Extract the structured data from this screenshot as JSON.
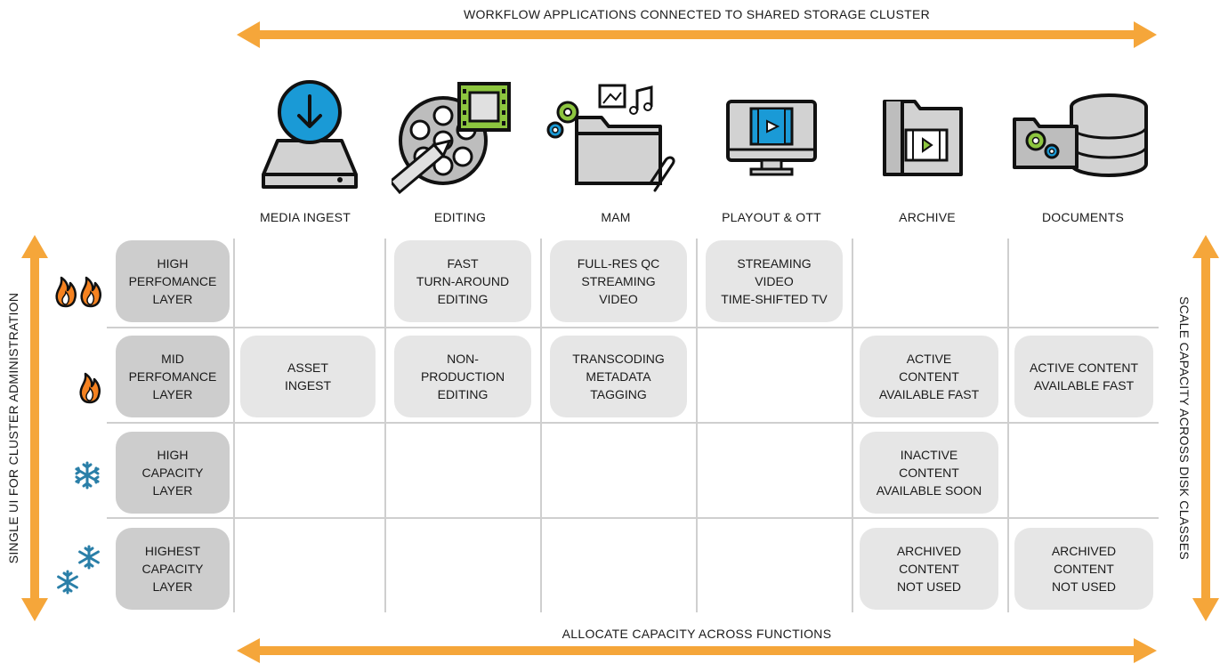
{
  "top_arrow_label": "WORKFLOW APPLICATIONS CONNECTED TO SHARED STORAGE CLUSTER",
  "bottom_arrow_label": "ALLOCATE CAPACITY ACROSS FUNCTIONS",
  "left_arrow_label": "SINGLE UI FOR CLUSTER ADMINISTRATION",
  "right_arrow_label": "SCALE CAPACITY ACROSS DISK CLASSES",
  "colors": {
    "arrow": "#f5a63a",
    "layer_box": "#cdcdcd",
    "cell_box": "#e6e6e6",
    "grid": "#cfcfcf",
    "accent_green": "#8dc63f",
    "accent_blue": "#1a9ad6",
    "flame": "#f58220",
    "snow": "#2a7fa8"
  },
  "columns": [
    {
      "label": "MEDIA INGEST",
      "icon": "media-ingest-drive-icon"
    },
    {
      "label": "EDITING",
      "icon": "film-reel-editing-icon"
    },
    {
      "label": "MAM",
      "icon": "asset-folder-icon"
    },
    {
      "label": "PLAYOUT & OTT",
      "icon": "monitor-video-icon"
    },
    {
      "label": "ARCHIVE",
      "icon": "archive-folder-icon"
    },
    {
      "label": "DOCUMENTS",
      "icon": "documents-database-icon"
    }
  ],
  "layers": [
    {
      "label": "HIGH\nPERFOMANCE\nLAYER",
      "icon": "double-flame-icon"
    },
    {
      "label": "MID\nPERFOMANCE\nLAYER",
      "icon": "flame-icon"
    },
    {
      "label": "HIGH\nCAPACITY\nLAYER",
      "icon": "snowflake-icon"
    },
    {
      "label": "HIGHEST\nCAPACITY\nLAYER",
      "icon": "double-snowflake-icon"
    }
  ],
  "cells": {
    "r0c1": "FAST\nTURN-AROUND\nEDITING",
    "r0c2": "FULL-RES QC\nSTREAMING\nVIDEO",
    "r0c3": "STREAMING\nVIDEO\nTIME-SHIFTED TV",
    "r1c0": "ASSET\nINGEST",
    "r1c1": "NON-\nPRODUCTION\nEDITING",
    "r1c2": "TRANSCODING\nMETADATA\nTAGGING",
    "r1c4": "ACTIVE\nCONTENT\nAVAILABLE FAST",
    "r1c5": "ACTIVE CONTENT\nAVAILABLE FAST",
    "r2c4": "INACTIVE\nCONTENT\nAVAILABLE SOON",
    "r3c4": "ARCHIVED\nCONTENT\nNOT USED",
    "r3c5": "ARCHIVED\nCONTENT\nNOT USED"
  }
}
